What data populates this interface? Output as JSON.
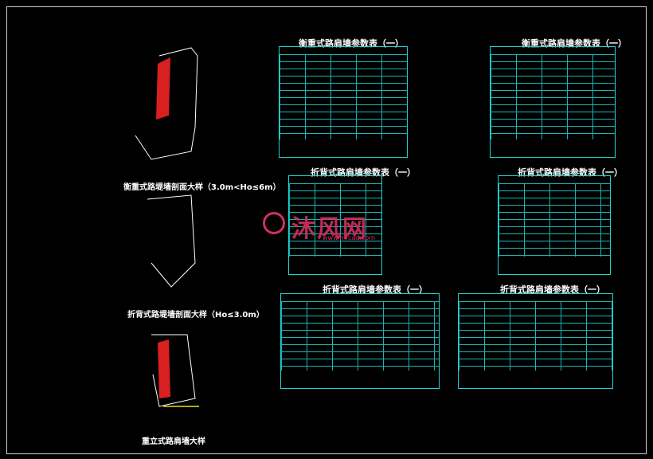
{
  "drawing": {
    "tables": [
      {
        "id": "t1",
        "title": "衡重式路肩墙参数表（一）"
      },
      {
        "id": "t2",
        "title": "衡重式路肩墙参数表（一）"
      },
      {
        "id": "t3",
        "title": "折背式路肩墙参数表（一）"
      },
      {
        "id": "t4",
        "title": "折背式路肩墙参数表（一）"
      },
      {
        "id": "t5",
        "title": "折背式路肩墙参数表（一）"
      },
      {
        "id": "t6",
        "title": "折背式路肩墙参数表（一）"
      }
    ],
    "captions": {
      "c1": "衡重式路堤墙剖面大样（3.0m<Ho≤6m）",
      "c2": "折背式路堤墙剖面大样（Ho≤3.0m）",
      "c3": "重立式路肩墙大样"
    },
    "watermark": {
      "brand": "沐风网",
      "url": "www.mfcad.com"
    },
    "colors": {
      "line": "#20d4d4",
      "text": "#ffffff",
      "accent": "#d03060",
      "bg": "#000000"
    }
  }
}
